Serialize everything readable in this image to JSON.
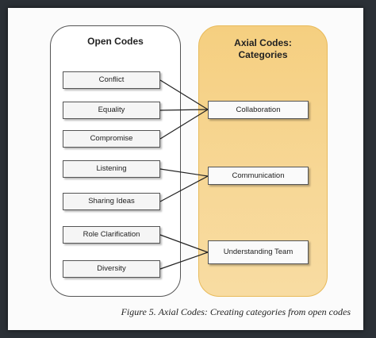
{
  "open_codes": {
    "title": "Open Codes",
    "items": [
      "Conflict",
      "Equality",
      "Compromise",
      "Listening",
      "Sharing Ideas",
      "Role Clarification",
      "Diversity"
    ]
  },
  "axial_codes": {
    "title_line1": "Axial Codes:",
    "title_line2": "Categories",
    "items": [
      "Collaboration",
      "Communication",
      "Understanding Team"
    ]
  },
  "links": [
    {
      "from": "Conflict",
      "to": "Collaboration"
    },
    {
      "from": "Equality",
      "to": "Collaboration"
    },
    {
      "from": "Compromise",
      "to": "Collaboration"
    },
    {
      "from": "Listening",
      "to": "Communication"
    },
    {
      "from": "Sharing Ideas",
      "to": "Communication"
    },
    {
      "from": "Role Clarification",
      "to": "Understanding Team"
    },
    {
      "from": "Diversity",
      "to": "Understanding Team"
    }
  ],
  "caption": "Figure 5. Axial Codes: Creating categories from open codes",
  "colors": {
    "axial_panel": "#f6d38c",
    "axial_border": "#e8ba5a",
    "box_fill": "#f5f5f5",
    "outer_background": "#2b3036"
  }
}
